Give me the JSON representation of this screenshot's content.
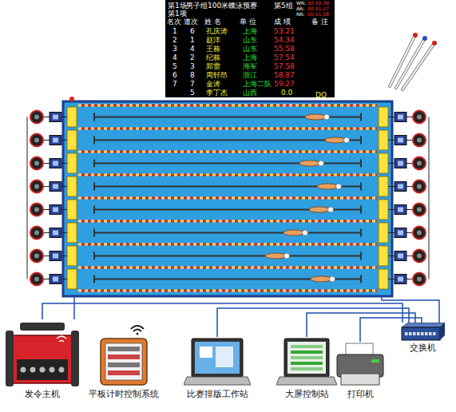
{
  "diagram": {
    "nodes": [
      {
        "text": [
          "发令主机"
        ]
      },
      {
        "text": [
          "平板计时控制系统"
        ]
      },
      {
        "text": [
          "比赛排版工作站"
        ]
      },
      {
        "text": [
          "大屏控制站"
        ]
      },
      {
        "text": [
          "打印机"
        ]
      },
      {
        "text": [
          "交换机"
        ]
      }
    ],
    "edges": [
      {
        "from": 0,
        "to": 5,
        "arrow": "none"
      },
      {
        "from": 2,
        "to": 5,
        "arrow": "none"
      },
      {
        "from": 3,
        "to": 5,
        "arrow": "none"
      },
      {
        "from": 4,
        "to": 5,
        "arrow": "none"
      }
    ],
    "labels": [
      "第1场",
      "男子组100米蝶泳预赛",
      "第5组",
      "WR:",
      "AR:",
      "NR:",
      "00:50.39",
      "00:51.27",
      "00:51.58",
      "第1项",
      "名次",
      "道次",
      "姓 名",
      "单 位",
      "成 绩",
      "备 注",
      "1",
      "6",
      "孔庆涛",
      "上海",
      "53.21",
      "2",
      "1",
      "赵洋",
      "山东",
      "54.34",
      "3",
      "4",
      "王栋",
      "山东",
      "55.58",
      "4",
      "2",
      "纪栋",
      "上海",
      "57.54",
      "5",
      "3",
      "郑雷",
      "海军",
      "57.58",
      "6",
      "8",
      "周轩昂",
      "浙江",
      "58.87",
      "7",
      "7",
      "金涛",
      "上海二队",
      "59.27",
      "5",
      "李丁杰",
      "山西",
      "DQ",
      "0.0"
    ]
  }
}
